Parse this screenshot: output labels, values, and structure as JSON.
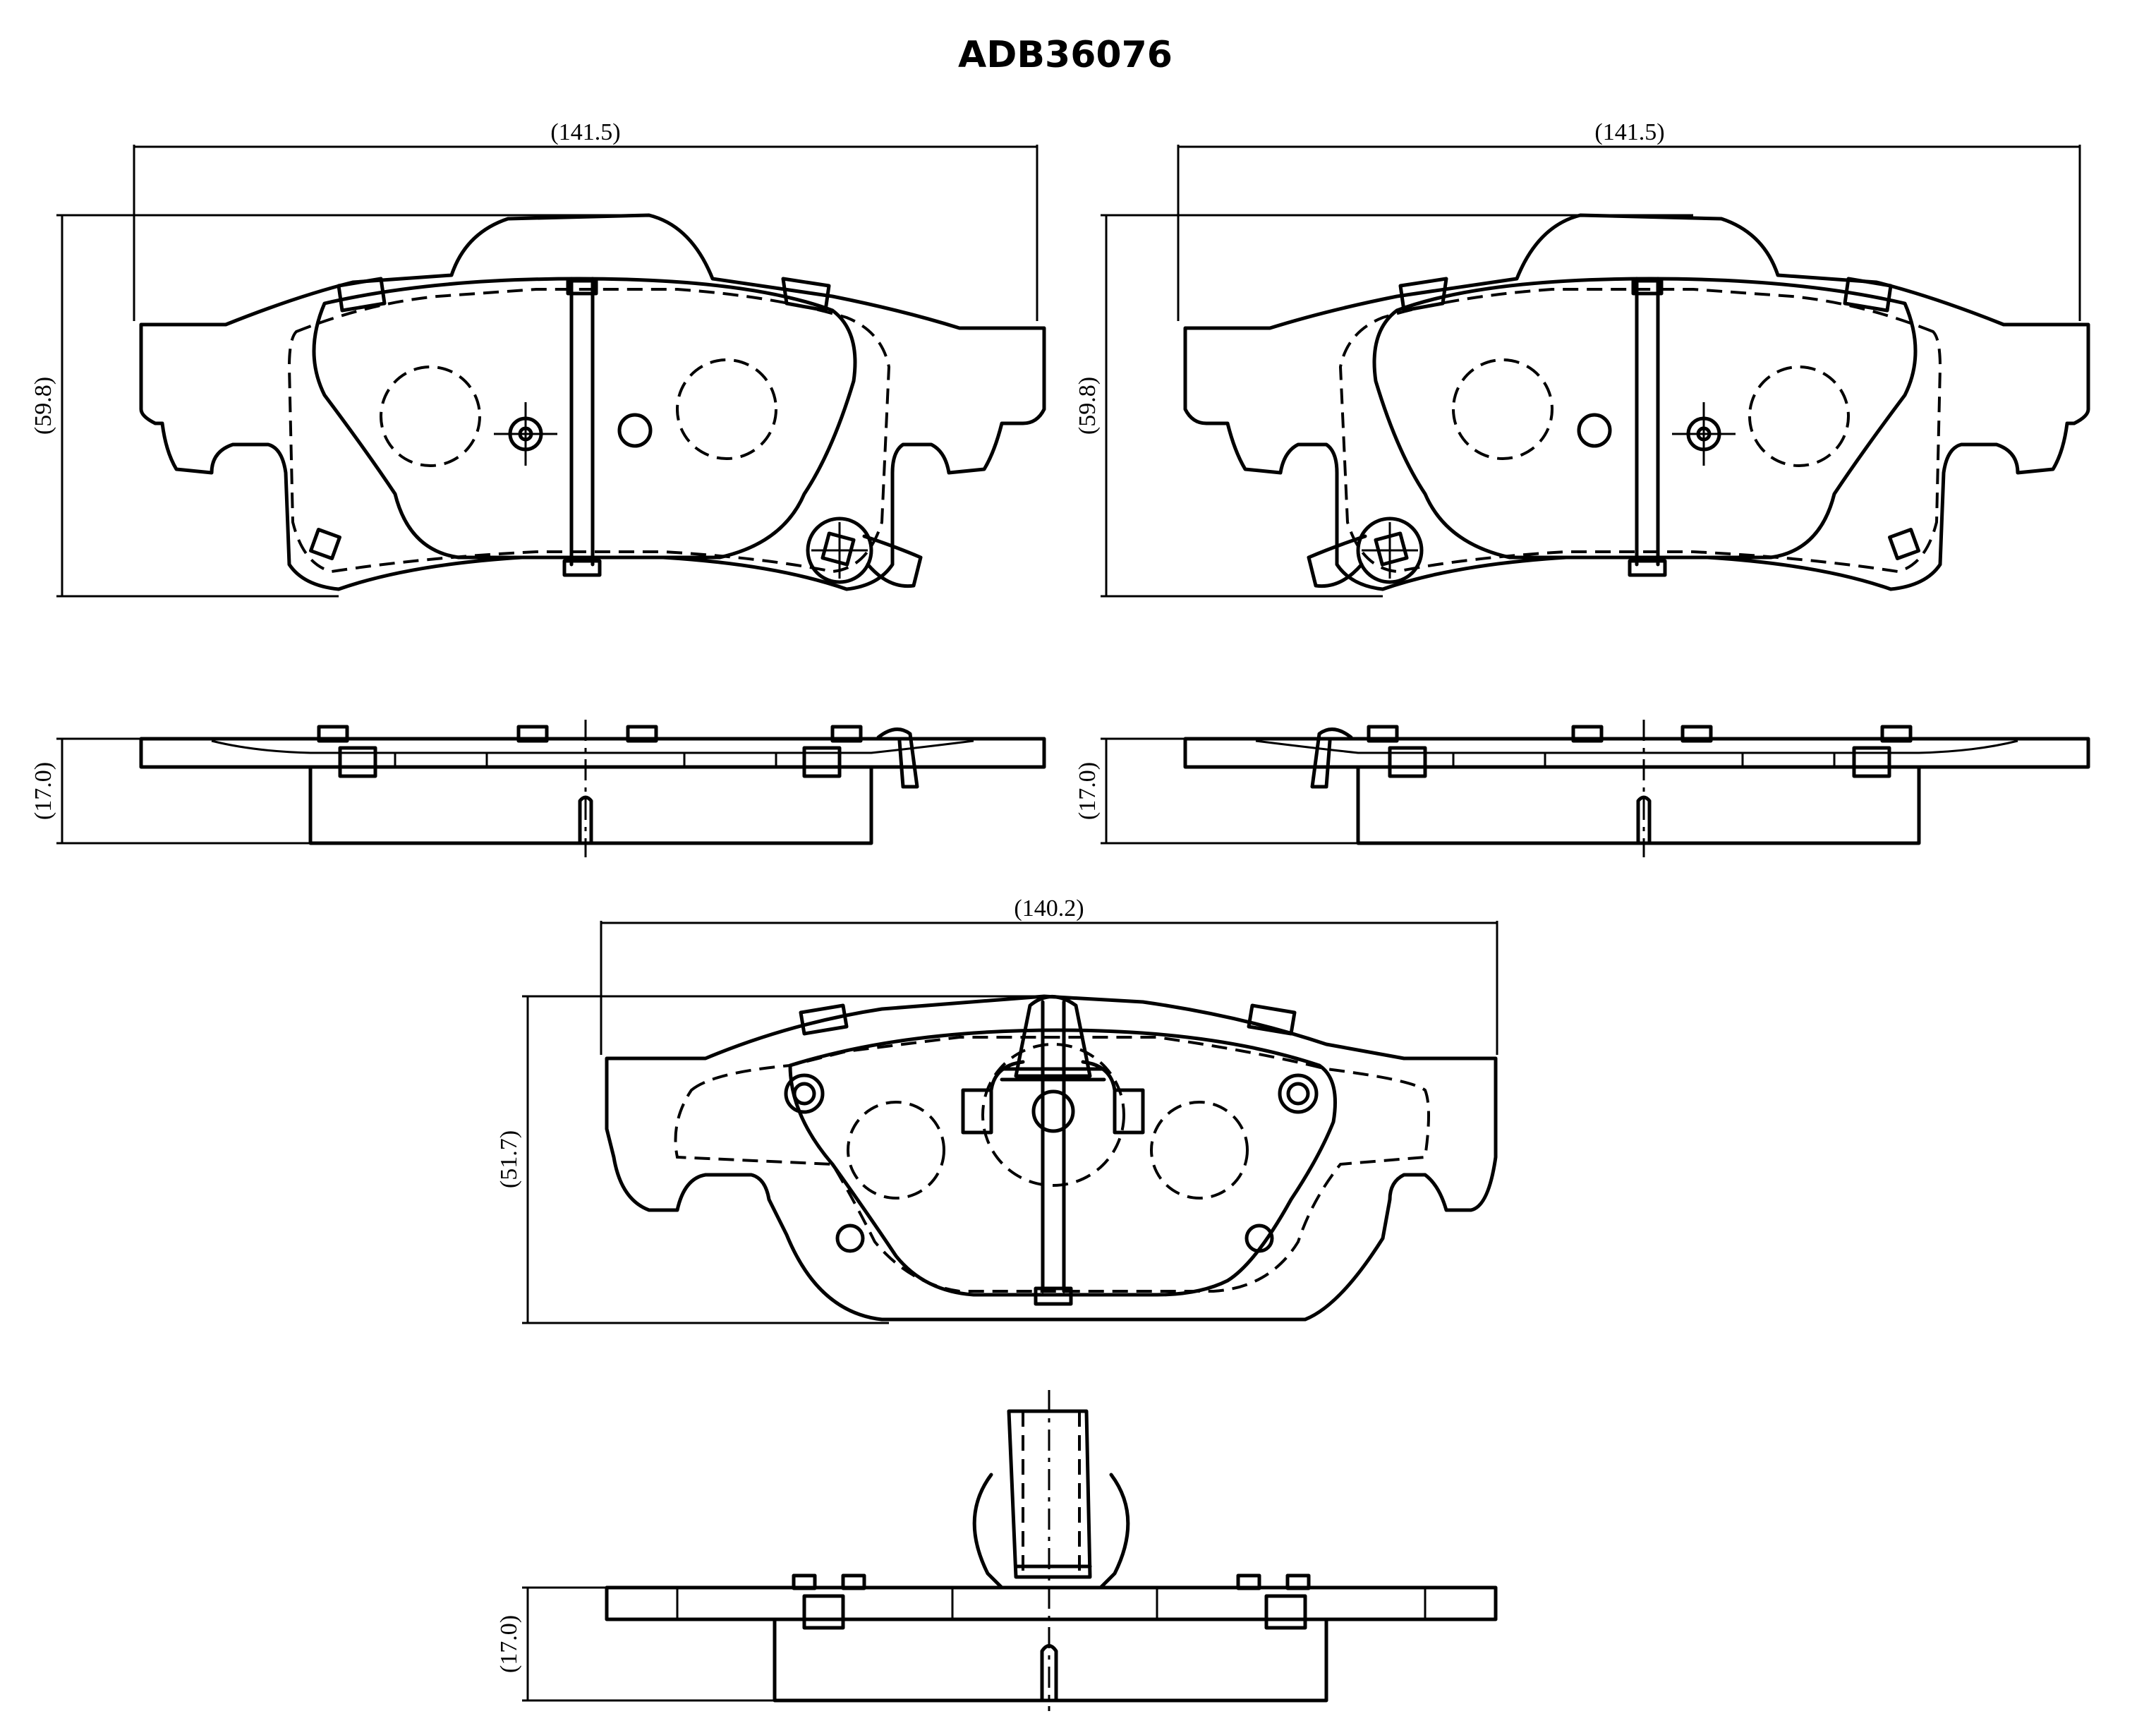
{
  "title": "ADB36076",
  "dimensions": {
    "left_pad_width": "(141.5)",
    "left_pad_height": "(59.8)",
    "left_pad_thickness": "(17.0)",
    "right_pad_width": "(141.5)",
    "right_pad_height": "(59.8)",
    "right_pad_thickness": "(17.0)",
    "bottom_pad_width": "(140.2)",
    "bottom_pad_height": "(51.7)",
    "bottom_pad_thickness": "(17.0)"
  }
}
